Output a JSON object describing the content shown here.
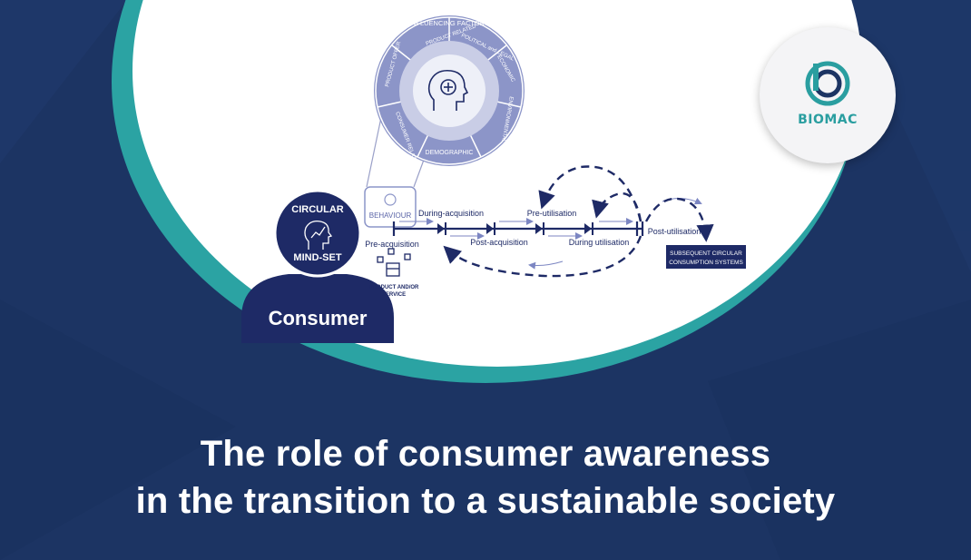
{
  "brand": {
    "logo_text": "BIOMAC",
    "color_teal": "#2a9ea0",
    "color_navy": "#1c3463"
  },
  "headline": {
    "line1": "The role of consumer awareness",
    "line2": "in the transition to a sustainable society"
  },
  "diagram": {
    "consumer_label": "Consumer",
    "mindset_top": "CIRCULAR",
    "mindset_bottom": "MIND-SET",
    "wheel": {
      "center_label": "INFLUENCING FACTORS",
      "segments": [
        "PRODUCT RELATED",
        "POLITICAL and LEGAL",
        "ECONOMIC",
        "ENVIRONMENTAL",
        "DEMOGRAPHIC",
        "CONSUMER RELATED",
        "PRODUCT OFFER"
      ]
    },
    "behaviour": "BEHAVIOUR",
    "stages": {
      "pre_acquisition": "Pre-acquisition",
      "during_acquisition": "During-acquisition",
      "post_acquisition": "Post-acquisition",
      "pre_utilisation": "Pre-utilisation",
      "during_utilisation": "During utilisation",
      "post_utilisation": "Post-utilisation"
    },
    "product_service": [
      "PRODUCT AND/OR",
      "SERVICE"
    ],
    "subsequent": [
      "SUBSEQUENT CIRCULAR",
      "CONSUMPTION SYSTEMS"
    ]
  }
}
